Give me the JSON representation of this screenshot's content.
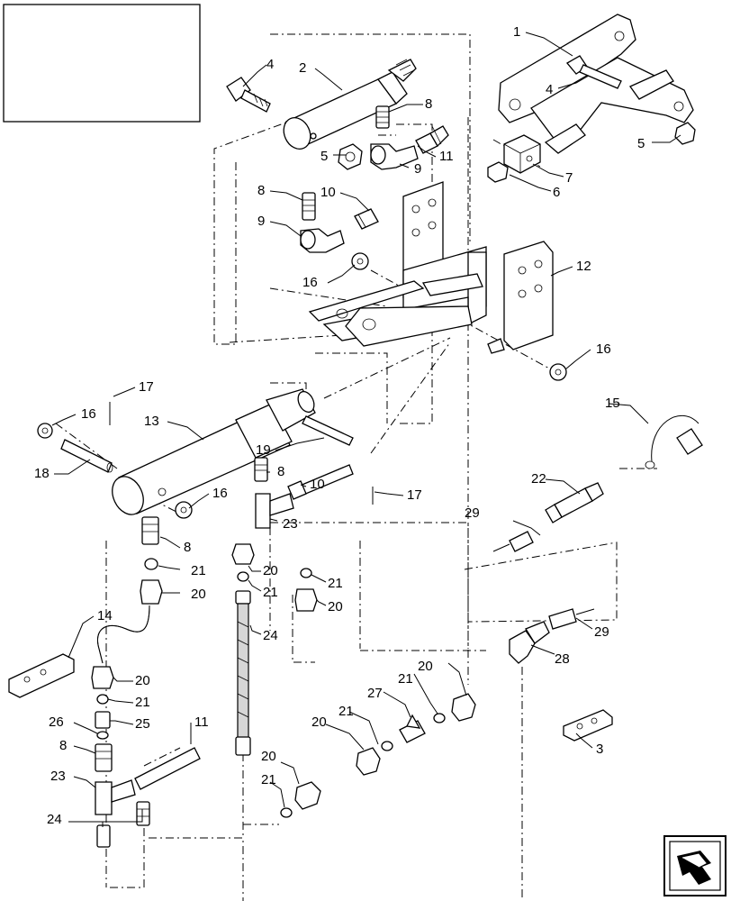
{
  "diagram": {
    "callouts": [
      {
        "id": "c1",
        "text": "1"
      },
      {
        "id": "c2",
        "text": "2"
      },
      {
        "id": "c4a",
        "text": "4"
      },
      {
        "id": "c4b",
        "text": "4"
      },
      {
        "id": "c5a",
        "text": "5"
      },
      {
        "id": "c5b",
        "text": "5"
      },
      {
        "id": "c6",
        "text": "6"
      },
      {
        "id": "c7",
        "text": "7"
      },
      {
        "id": "c8a",
        "text": "8"
      },
      {
        "id": "c8b",
        "text": "8"
      },
      {
        "id": "c8c",
        "text": "8"
      },
      {
        "id": "c8d",
        "text": "8"
      },
      {
        "id": "c8e",
        "text": "8"
      },
      {
        "id": "c9a",
        "text": "9"
      },
      {
        "id": "c9b",
        "text": "9"
      },
      {
        "id": "c10a",
        "text": "10"
      },
      {
        "id": "c10b",
        "text": "10"
      },
      {
        "id": "c11a",
        "text": "11"
      },
      {
        "id": "c11b",
        "text": "11"
      },
      {
        "id": "c12",
        "text": "12"
      },
      {
        "id": "c13",
        "text": "13"
      },
      {
        "id": "c14",
        "text": "14"
      },
      {
        "id": "c15",
        "text": "15"
      },
      {
        "id": "c16a",
        "text": "16"
      },
      {
        "id": "c16b",
        "text": "16"
      },
      {
        "id": "c16c",
        "text": "16"
      },
      {
        "id": "c16d",
        "text": "16"
      },
      {
        "id": "c17a",
        "text": "17"
      },
      {
        "id": "c17b",
        "text": "17"
      },
      {
        "id": "c18",
        "text": "18"
      },
      {
        "id": "c19",
        "text": "19"
      },
      {
        "id": "c20a",
        "text": "20"
      },
      {
        "id": "c20b",
        "text": "20"
      },
      {
        "id": "c20c",
        "text": "20"
      },
      {
        "id": "c20d",
        "text": "20"
      },
      {
        "id": "c20e",
        "text": "20"
      },
      {
        "id": "c20f",
        "text": "20"
      },
      {
        "id": "c20g",
        "text": "20"
      },
      {
        "id": "c21a",
        "text": "21"
      },
      {
        "id": "c21b",
        "text": "21"
      },
      {
        "id": "c21c",
        "text": "21"
      },
      {
        "id": "c21d",
        "text": "21"
      },
      {
        "id": "c21e",
        "text": "21"
      },
      {
        "id": "c21f",
        "text": "21"
      },
      {
        "id": "c21g",
        "text": "21"
      },
      {
        "id": "c22",
        "text": "22"
      },
      {
        "id": "c23a",
        "text": "23"
      },
      {
        "id": "c23b",
        "text": "23"
      },
      {
        "id": "c24a",
        "text": "24"
      },
      {
        "id": "c24b",
        "text": "24"
      },
      {
        "id": "c25",
        "text": "25"
      },
      {
        "id": "c26",
        "text": "26"
      },
      {
        "id": "c27",
        "text": "27"
      },
      {
        "id": "c28",
        "text": "28"
      },
      {
        "id": "c29a",
        "text": "29"
      },
      {
        "id": "c29b",
        "text": "29"
      },
      {
        "id": "c3",
        "text": "3"
      }
    ],
    "nav_icon": "arrow-back-icon",
    "colors": {
      "line": "#000000",
      "shade": "#d6d6d6",
      "dark": "#7a7a7a"
    }
  }
}
